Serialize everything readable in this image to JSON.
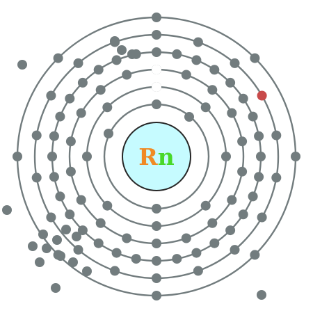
{
  "element": {
    "symbol_part_1": "R",
    "symbol_part_2": "n",
    "color_part_1": "#f08a24",
    "color_part_2": "#48d828"
  },
  "colors": {
    "shell": "#727c7e",
    "electron": "#727c7e",
    "highlight_electron": "#c84a4a",
    "nucleus_fill": "#c6fbff",
    "nucleus_stroke": "#262626"
  },
  "shell_electron_counts": [
    2,
    8,
    18,
    32,
    18,
    8
  ]
}
